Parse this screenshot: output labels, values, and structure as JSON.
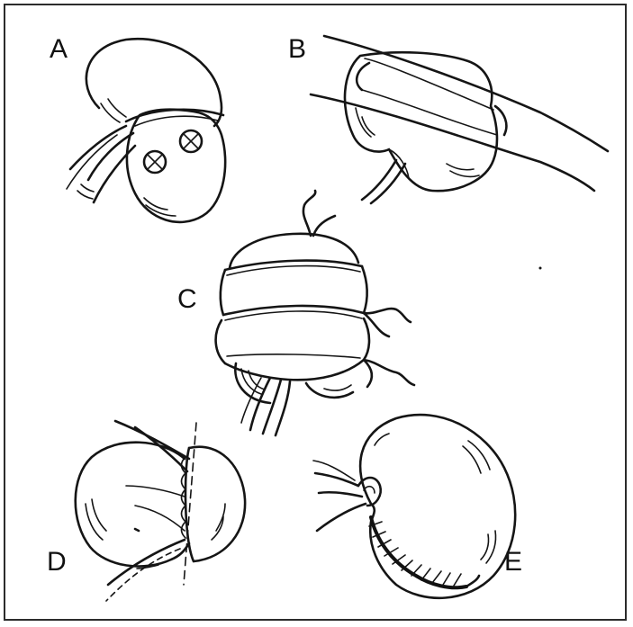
{
  "panels": [
    {
      "id": "A",
      "label": "A"
    },
    {
      "id": "B",
      "label": "B"
    },
    {
      "id": "C",
      "label": "C"
    },
    {
      "id": "D",
      "label": "D"
    },
    {
      "id": "E",
      "label": "E"
    }
  ],
  "colors": {
    "ink": "#151515",
    "background": "#ffffff",
    "frame": "#2b2b2b"
  }
}
